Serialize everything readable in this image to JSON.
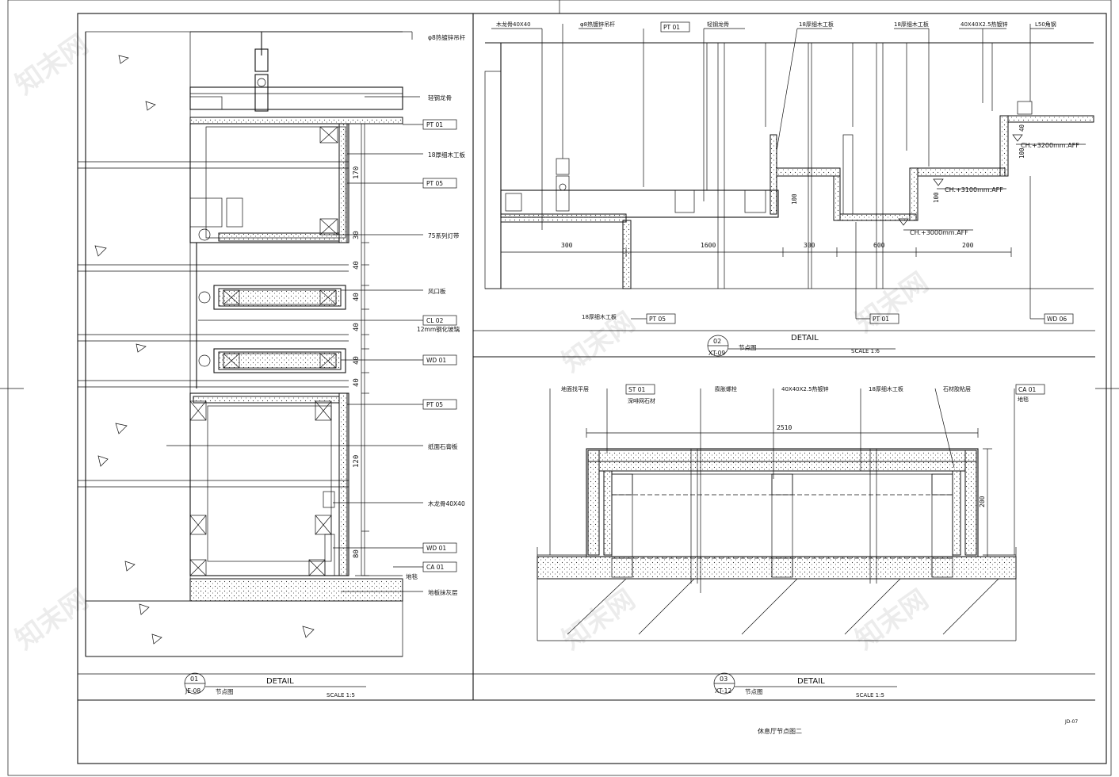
{
  "sheet": {
    "number": "JD-07",
    "title": "休息厅节点图二",
    "watermark": "知末网"
  },
  "panels": [
    {
      "id": "01",
      "ref": "JE-08",
      "heading": "DETAIL",
      "subtitle": "节点图",
      "scale": "SCALE 1:5",
      "labels": [
        "φ8热镀锌吊杆",
        "轻钢龙骨",
        "18厚细木工板",
        "PT 01",
        "PT 05",
        "75系列灯带",
        "风口板",
        "CL 02",
        "12mm钢化玻璃",
        "WD 01",
        "PT 05",
        "纸面石膏板",
        "木龙骨40X40",
        "WD 01",
        "CA 01",
        "地毯",
        "地板抹灰层"
      ],
      "dims": [
        "170",
        "30",
        "40",
        "40",
        "40",
        "40",
        "40",
        "120",
        "80"
      ]
    },
    {
      "id": "02",
      "ref": "XT-09",
      "heading": "DETAIL",
      "subtitle": "节点图",
      "scale": "SCALE 1:6",
      "labels": [
        "木龙骨40X40",
        "φ8热镀锌吊杆",
        "PT 01",
        "轻钢龙骨",
        "18厚细木工板",
        "18厚细木工板",
        "40X40X2.5热镀锌",
        "L50角钢",
        "18厚细木工板",
        "PT 05",
        "PT 01",
        "WD 06"
      ],
      "levels": [
        "CH.+3200mm.AFF",
        "CH.+3100mm.AFF",
        "CH.+3000mm.AFF"
      ],
      "dims": [
        "300",
        "1600",
        "300",
        "600",
        "200",
        "100",
        "40",
        "100"
      ]
    },
    {
      "id": "03",
      "ref": "XT-12",
      "heading": "DETAIL",
      "subtitle": "节点图",
      "scale": "SCALE 1:5",
      "labels": [
        "地面找平层",
        "ST 01",
        "深啡网石材",
        "膨胀螺栓",
        "40X40X2.5热镀锌",
        "18厚细木工板",
        "石材胶粘层",
        "CA 01",
        "地毯"
      ],
      "dims": [
        "2510",
        "200"
      ]
    }
  ]
}
